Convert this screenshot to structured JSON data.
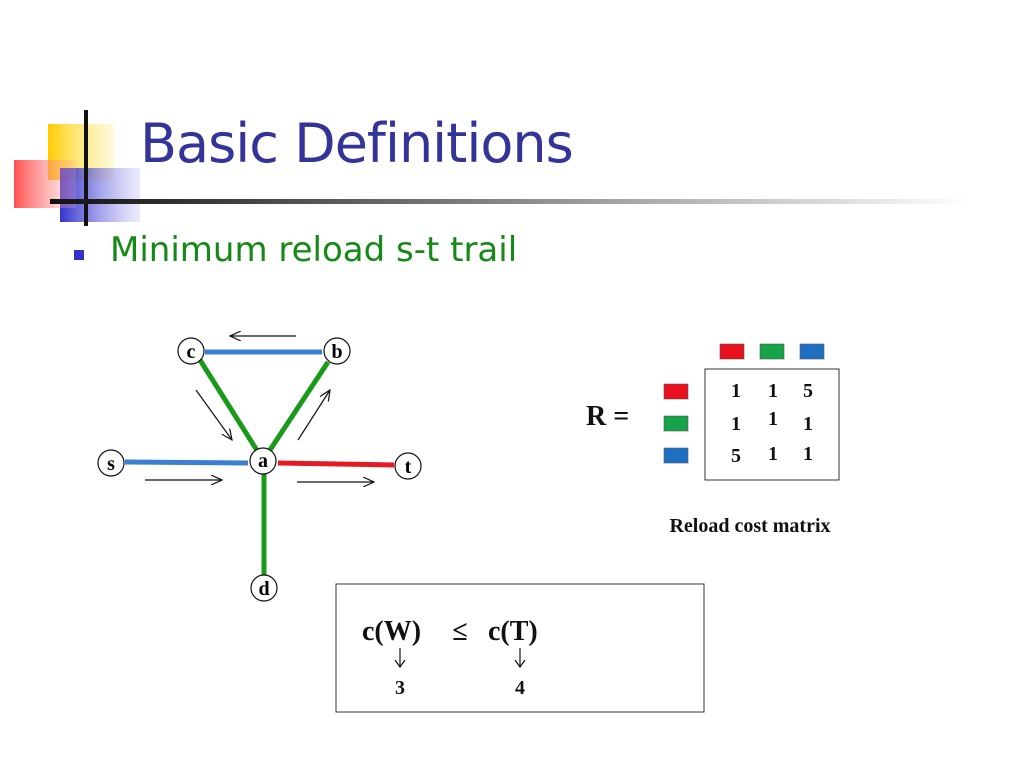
{
  "slide": {
    "title": "Basic Definitions",
    "bullet": "Minimum reload s-t trail"
  },
  "graph": {
    "nodes": {
      "c": "c",
      "b": "b",
      "s": "s",
      "a": "a",
      "t": "t",
      "d": "d"
    }
  },
  "matrix": {
    "label": "R =",
    "caption": "Reload cost matrix",
    "rows": [
      [
        "1",
        "1",
        "5"
      ],
      [
        "1",
        "1",
        "1"
      ],
      [
        "5",
        "1",
        "1"
      ]
    ]
  },
  "cost_box": {
    "left": "c(W)",
    "relation": "≤",
    "right": "c(T)",
    "left_value": "3",
    "right_value": "4"
  },
  "colors": {
    "title": "#333399",
    "bullet_text": "#138a13",
    "red": "#e8101e",
    "green": "#16a34a",
    "blue": "#1f6fc2",
    "edge_green": "#1a9a1a",
    "edge_blue": "#3a7fd0",
    "edge_red": "#e31b23"
  }
}
